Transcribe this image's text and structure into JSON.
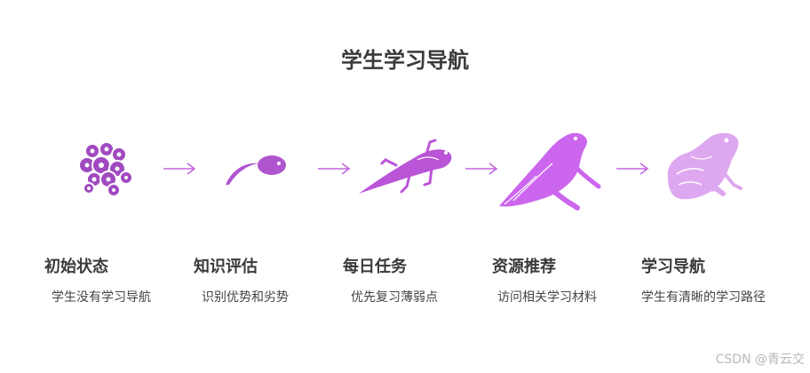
{
  "title": "学生学习导航",
  "colors": {
    "stage1": "#a04ac0",
    "stage2": "#b055d0",
    "stage3": "#bb55d8",
    "stage4": "#cc66ee",
    "stage5": "#dea8f0",
    "arrow": "#c266dd"
  },
  "stages": [
    {
      "title": "初始状态",
      "desc": "学生没有学习导航",
      "icon": "frog-eggs-icon"
    },
    {
      "title": "知识评估",
      "desc": "识别优势和劣势",
      "icon": "tadpole-icon"
    },
    {
      "title": "每日任务",
      "desc": "优先复习薄弱点",
      "icon": "tadpole-with-legs-icon"
    },
    {
      "title": "资源推荐",
      "desc": "访问相关学习材料",
      "icon": "young-frog-icon"
    },
    {
      "title": "学习导航",
      "desc": "学生有清晰的学习路径",
      "icon": "adult-frog-icon"
    }
  ],
  "watermark": "CSDN @青云交"
}
